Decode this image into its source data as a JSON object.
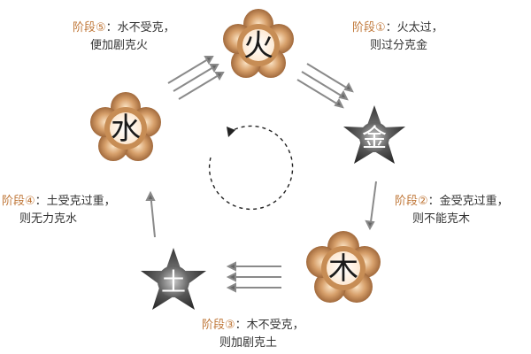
{
  "colors": {
    "flower_fill": "#b07a4a",
    "star_fill": "#3a3a3a",
    "stage_text": "#c0783a"
  },
  "elements": {
    "fire": "火",
    "metal": "金",
    "wood": "木",
    "earth": "土",
    "water": "水"
  },
  "stages": [
    {
      "tag": "阶段①",
      "line1": "：火太过，",
      "line2": "则过分克金"
    },
    {
      "tag": "阶段②",
      "line1": "：金受克过重，",
      "line2": "则不能克木"
    },
    {
      "tag": "阶段③",
      "line1": "：木不受克，",
      "line2": "则加剧克土"
    },
    {
      "tag": "阶段④",
      "line1": "：土受克过重，",
      "line2": "则无力克水"
    },
    {
      "tag": "阶段⑤",
      "line1": "：水不受克，",
      "line2": "便加剧克火"
    }
  ]
}
